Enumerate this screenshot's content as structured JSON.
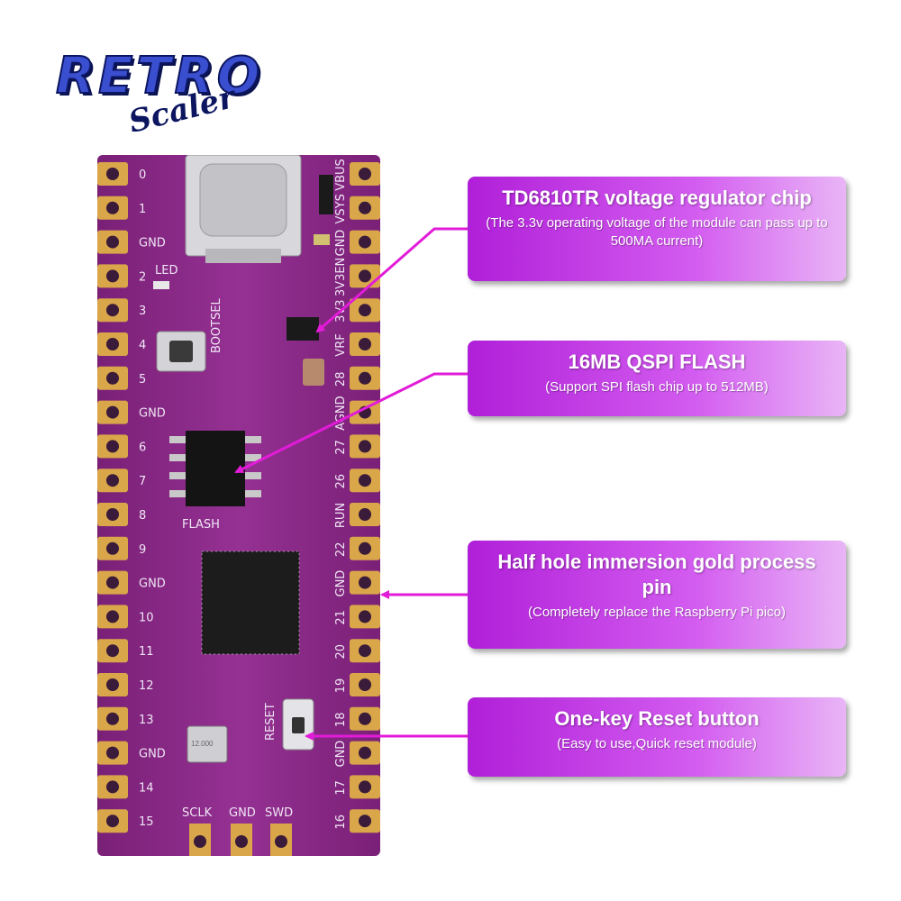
{
  "logo": {
    "main": "RETRO",
    "sub": "Scaler"
  },
  "board": {
    "left_pins": [
      "0",
      "1",
      "GND",
      "2",
      "3",
      "4",
      "5",
      "GND",
      "6",
      "7",
      "8",
      "9",
      "GND",
      "10",
      "11",
      "12",
      "13",
      "GND",
      "14",
      "15"
    ],
    "right_pins": [
      "VBUS",
      "VSYS",
      "GND",
      "3V3EN",
      "3V3",
      "VRF",
      "28",
      "AGND",
      "27",
      "26",
      "RUN",
      "22",
      "GND",
      "21",
      "20",
      "19",
      "18",
      "GND",
      "17",
      "16"
    ],
    "labels": {
      "led": "LED",
      "bootsel": "BOOTSEL",
      "flash": "FLASH",
      "reset": "RESET",
      "bottom": [
        "SCLK",
        "GND",
        "SWD"
      ],
      "crystal": "12.000"
    }
  },
  "callouts": [
    {
      "title": "TD6810TR voltage regulator chip",
      "subtitle": "(The 3.3v operating voltage of the module can pass up to 500MA current)"
    },
    {
      "title": "16MB QSPI FLASH",
      "subtitle": "(Support SPI flash chip up to 512MB)"
    },
    {
      "title": "Half hole immersion gold process pin",
      "subtitle": "(Completely replace the Raspberry Pi pico)"
    },
    {
      "title": "One-key Reset button",
      "subtitle": "(Easy to use,Quick reset module)"
    }
  ],
  "colors": {
    "pcb": "#8a2a86",
    "gold": "#d9a64a",
    "callout": "#b01fd8",
    "arrow": "#e21bd8"
  }
}
